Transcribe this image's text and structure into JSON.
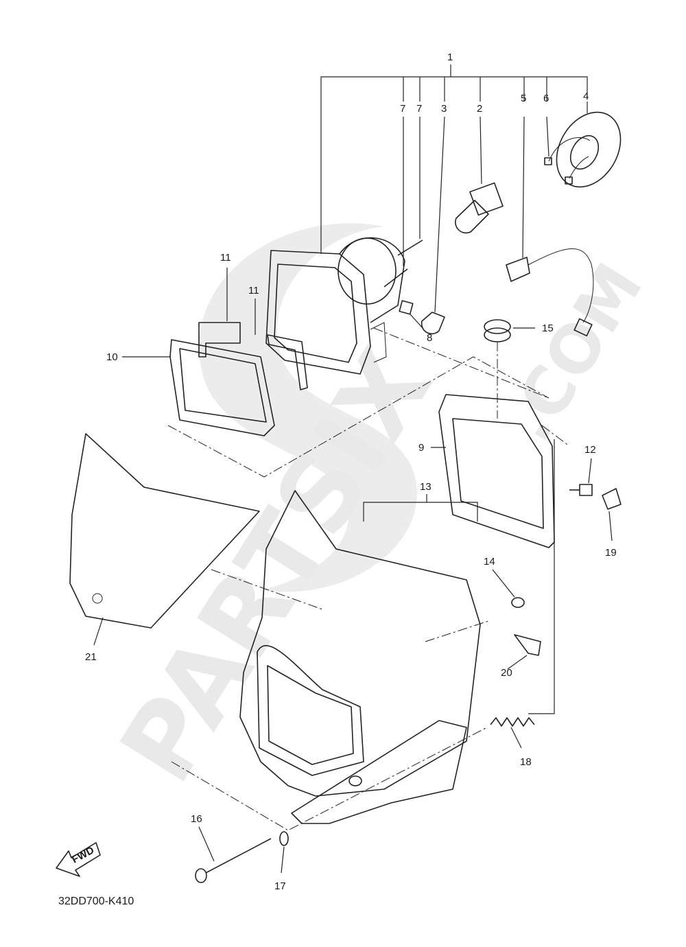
{
  "diagram": {
    "drawing_code": "32DD700-K410",
    "fwd_label": "FWD",
    "watermark": {
      "brand": "PARTSIX",
      "domain": ".COM",
      "logo": "S"
    },
    "callouts": [
      {
        "id": "1",
        "label": "1"
      },
      {
        "id": "2",
        "label": "2"
      },
      {
        "id": "3",
        "label": "3"
      },
      {
        "id": "4",
        "label": "4"
      },
      {
        "id": "5",
        "label": "5"
      },
      {
        "id": "6",
        "label": "6"
      },
      {
        "id": "7a",
        "label": "7"
      },
      {
        "id": "7b",
        "label": "7"
      },
      {
        "id": "8",
        "label": "8"
      },
      {
        "id": "9",
        "label": "9"
      },
      {
        "id": "10",
        "label": "10"
      },
      {
        "id": "11a",
        "label": "11"
      },
      {
        "id": "11b",
        "label": "11"
      },
      {
        "id": "12",
        "label": "12"
      },
      {
        "id": "13",
        "label": "13"
      },
      {
        "id": "14",
        "label": "14"
      },
      {
        "id": "15",
        "label": "15"
      },
      {
        "id": "16",
        "label": "16"
      },
      {
        "id": "17",
        "label": "17"
      },
      {
        "id": "18",
        "label": "18"
      },
      {
        "id": "19",
        "label": "19"
      },
      {
        "id": "20",
        "label": "20"
      },
      {
        "id": "21",
        "label": "21"
      }
    ]
  }
}
